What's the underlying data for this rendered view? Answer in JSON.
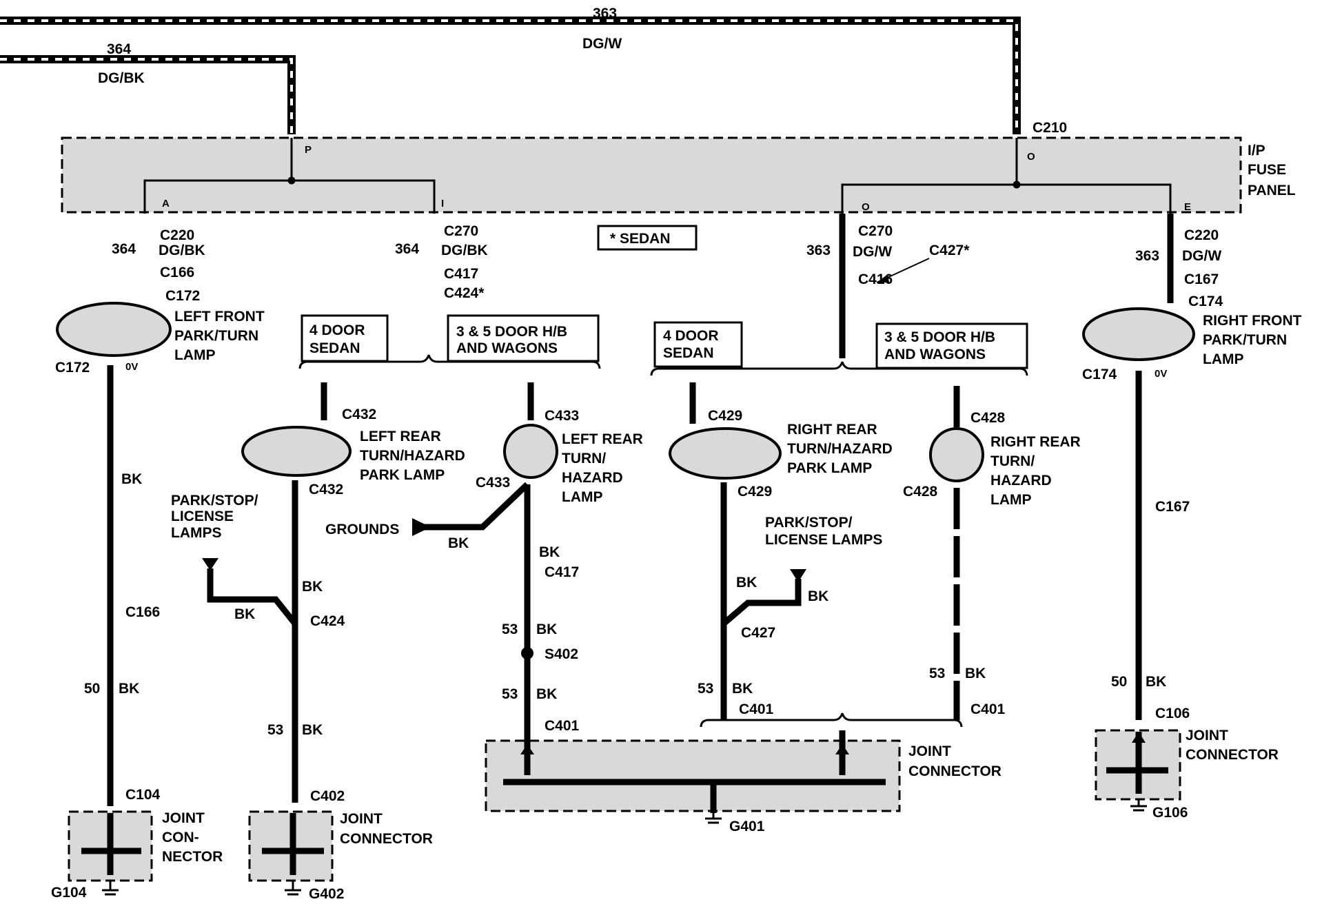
{
  "wires": {
    "w363": "363",
    "dgw": "DG/W",
    "w364": "364",
    "dgbk": "DG/BK",
    "c210": "C210",
    "pin_p": "P",
    "pin_o": "O",
    "pin_a": "A",
    "pin_i": "I",
    "pin_o2": "O",
    "pin_e": "E"
  },
  "fuse_panel": {
    "l1": "I/P",
    "l2": "FUSE",
    "l3": "PANEL"
  },
  "sedan_note": "* SEDAN",
  "left_front": {
    "c220": "C220",
    "w364": "364",
    "dgbk": "DG/BK",
    "c166a": "C166",
    "c172a": "C172",
    "l1": "LEFT FRONT",
    "l2": "PARK/TURN",
    "l3": "LAMP",
    "c172b": "C172",
    "ov": "0V",
    "bk": "BK",
    "c166b": "C166",
    "w50": "50",
    "bk2": "BK",
    "c104": "C104",
    "jc1": "JOINT",
    "jc2": "CON-",
    "jc3": "NECTOR",
    "g104": "G104"
  },
  "mid_left": {
    "c270": "C270",
    "w364": "364",
    "dgbk": "DG/BK",
    "c417": "C417",
    "c424": "C424*",
    "box_4door_l1": "4 DOOR",
    "box_4door_l2": "SEDAN",
    "box_35_l1": "3 & 5 DOOR H/B",
    "box_35_l2": "AND WAGONS",
    "c432a": "C432",
    "lr_l1": "LEFT REAR",
    "lr_l2": "TURN/HAZARD",
    "lr_l3": "PARK LAMP",
    "c432b": "C432",
    "psl1": "PARK/STOP/",
    "psl2": "LICENSE",
    "psl3": "LAMPS",
    "bk1": "BK",
    "bk2": "BK",
    "c424b": "C424",
    "w53": "53",
    "bk3": "BK",
    "c402": "C402",
    "jc1": "JOINT",
    "jc2": "CONNECTOR",
    "g402": "G402",
    "c433a": "C433",
    "lrt_l1": "LEFT REAR",
    "lrt_l2": "TURN/",
    "lrt_l3": "HAZARD",
    "lrt_l4": "LAMP",
    "c433b": "C433",
    "grounds": "GROUNDS",
    "bk4": "BK",
    "bk5": "BK",
    "c417b": "C417",
    "w53a": "53",
    "bk6": "BK",
    "s402": "S402",
    "w53b": "53",
    "bk7": "BK",
    "c401": "C401"
  },
  "mid_right": {
    "w363": "363",
    "c270": "C270",
    "dgw": "DG/W",
    "c427": "C427*",
    "c416": "C416",
    "box_4door_l1": "4 DOOR",
    "box_4door_l2": "SEDAN",
    "box_35_l1": "3 & 5 DOOR H/B",
    "box_35_l2": "AND WAGONS",
    "c429a": "C429",
    "rr_l1": "RIGHT REAR",
    "rr_l2": "TURN/HAZARD",
    "rr_l3": "PARK LAMP",
    "c429b": "C429",
    "psl1": "PARK/STOP/",
    "psl2": "LICENSE LAMPS",
    "bk1": "BK",
    "bk2": "BK",
    "c427b": "C427",
    "w53": "53",
    "bk3": "BK",
    "c401a": "C401",
    "c428a": "C428",
    "rrt_l1": "RIGHT REAR",
    "rrt_l2": "TURN/",
    "rrt_l3": "HAZARD",
    "rrt_l4": "LAMP",
    "c428b": "C428",
    "w53b": "53",
    "bk4": "BK",
    "c401b": "C401",
    "jc1": "JOINT",
    "jc2": "CONNECTOR",
    "g401": "G401"
  },
  "right_front": {
    "c220": "C220",
    "w363": "363",
    "dgw": "DG/W",
    "c167a": "C167",
    "c174a": "C174",
    "l1": "RIGHT FRONT",
    "l2": "PARK/TURN",
    "l3": "LAMP",
    "c174b": "C174",
    "ov": "0V",
    "c167b": "C167",
    "w50": "50",
    "bk": "BK",
    "c106": "C106",
    "jc1": "JOINT",
    "jc2": "CONNECTOR",
    "g106": "G106"
  }
}
